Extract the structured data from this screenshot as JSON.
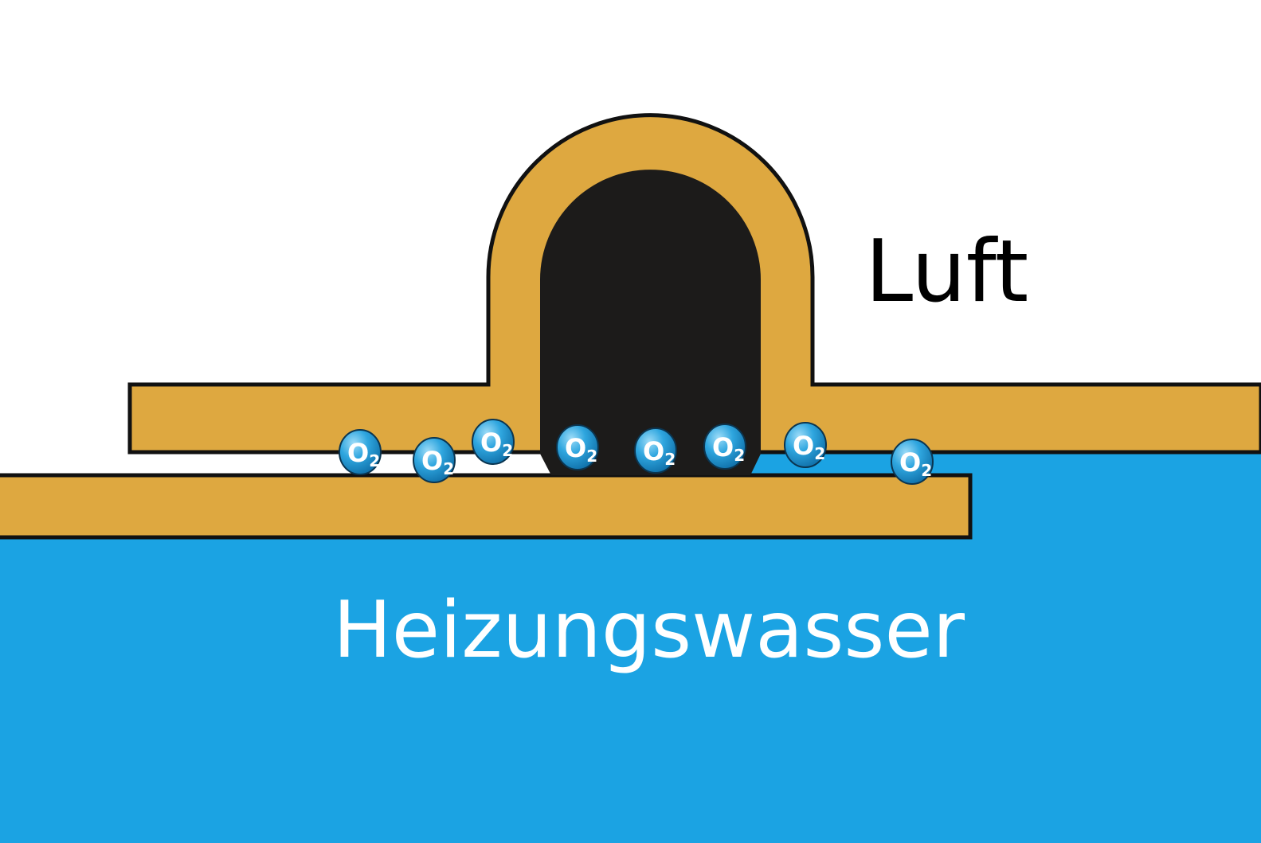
{
  "labels": {
    "air": "Luft",
    "water": "Heizungswasser"
  },
  "molecule_label": "O2",
  "molecules": [
    {
      "label": "O",
      "sub": "2"
    },
    {
      "label": "O",
      "sub": "2"
    },
    {
      "label": "O",
      "sub": "2"
    },
    {
      "label": "O",
      "sub": "2"
    },
    {
      "label": "O",
      "sub": "2"
    },
    {
      "label": "O",
      "sub": "2"
    },
    {
      "label": "O",
      "sub": "2"
    },
    {
      "label": "O",
      "sub": "2"
    }
  ],
  "colors": {
    "water": "#1ba3e3",
    "metal": "#dea840",
    "seal": "#1c1b1a",
    "outline": "#111111",
    "air": "#ffffff"
  }
}
